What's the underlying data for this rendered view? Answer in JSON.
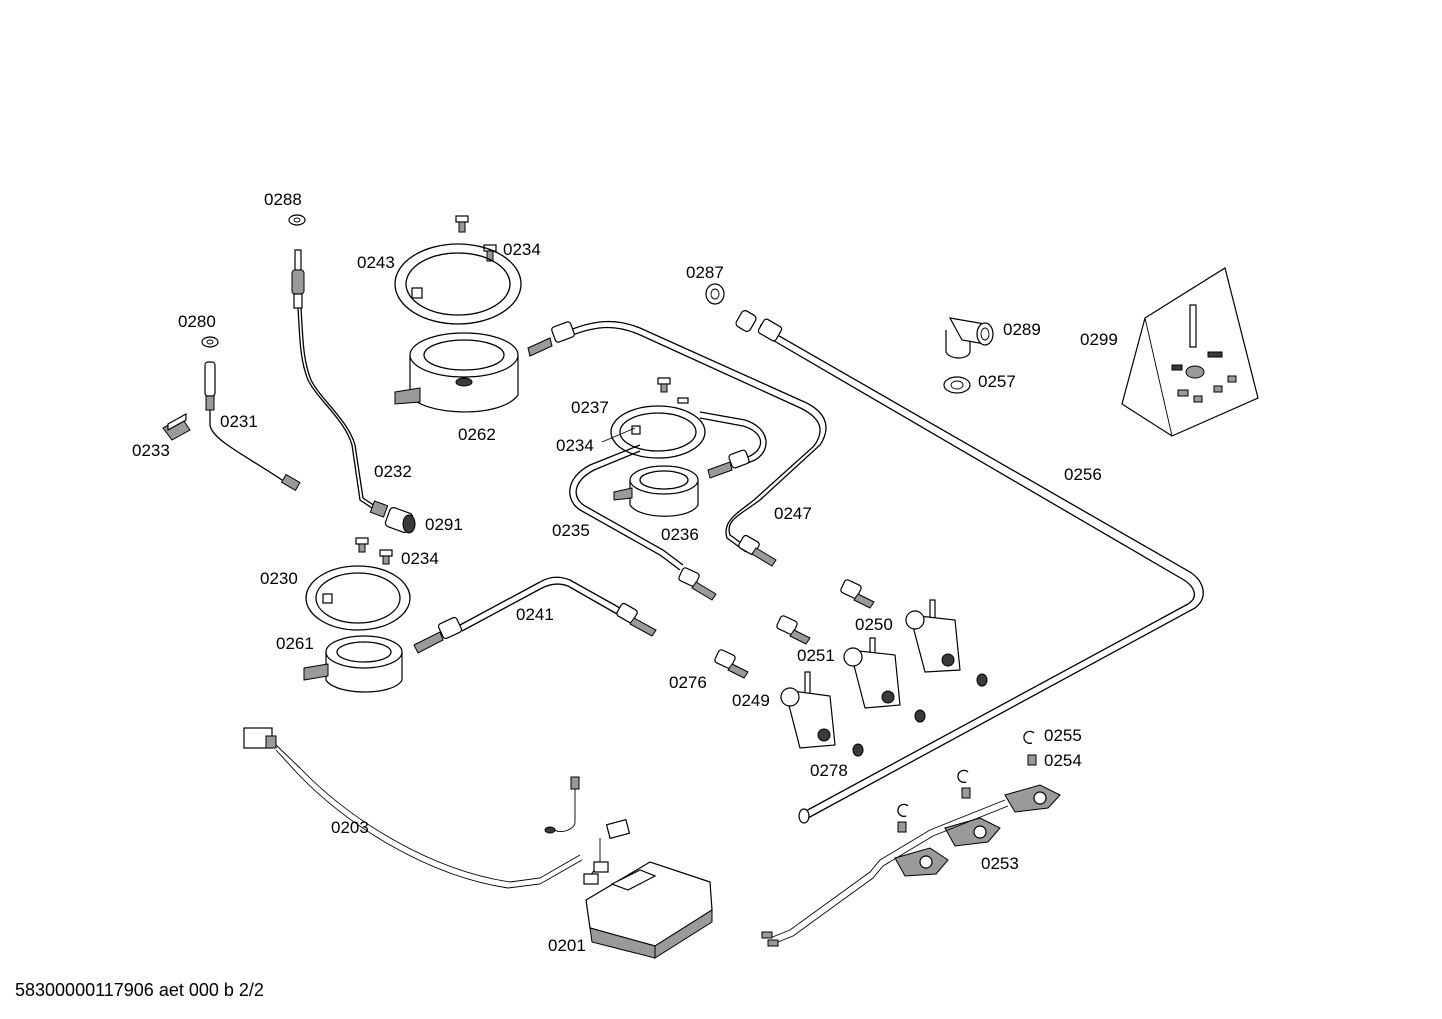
{
  "labels": {
    "p0288": "0288",
    "p0243": "0243",
    "p0234a": "0234",
    "p0280": "0280",
    "p0231": "0231",
    "p0233": "0233",
    "p0262": "0262",
    "p0232": "0232",
    "p0287": "0287",
    "p0289": "0289",
    "p0299": "0299",
    "p0257": "0257",
    "p0237": "0237",
    "p0234b": "0234",
    "p0256": "0256",
    "p0291": "0291",
    "p0235": "0235",
    "p0236": "0236",
    "p0247": "0247",
    "p0234c": "0234",
    "p0230": "0230",
    "p0241": "0241",
    "p0261": "0261",
    "p0250": "0250",
    "p0251": "0251",
    "p0276": "0276",
    "p0249": "0249",
    "p0278": "0278",
    "p0255": "0255",
    "p0254": "0254",
    "p0203": "0203",
    "p0253": "0253",
    "p0201": "0201"
  },
  "footer": "58300000117906 aet 000 b 2/2"
}
